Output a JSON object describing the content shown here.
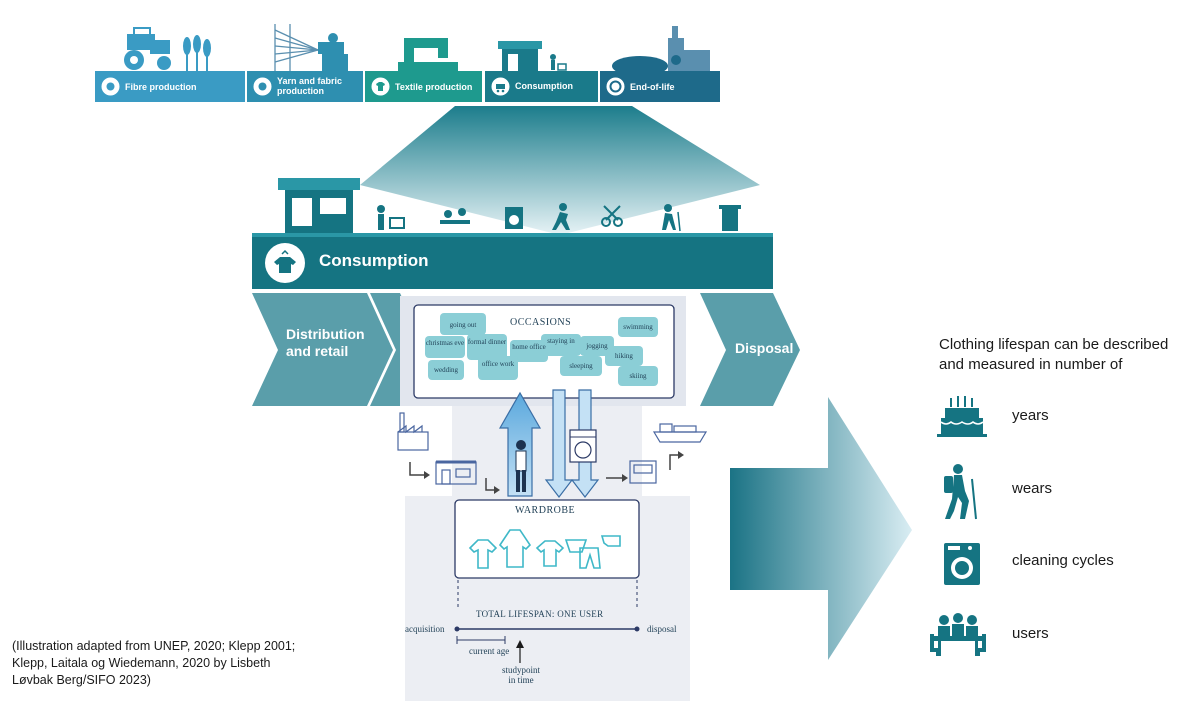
{
  "value_chain": [
    {
      "label": "Fibre production",
      "color": "#3a9bc4"
    },
    {
      "label": "Yarn and fabric production",
      "color": "#2e8fb0"
    },
    {
      "label": "Textile production",
      "color": "#1e9a8e"
    },
    {
      "label": "Consumption",
      "color": "#1a7a8a"
    },
    {
      "label": "End-of-life",
      "color": "#1e6a8a"
    }
  ],
  "consumption_bar": {
    "title": "Consumption"
  },
  "flow": {
    "left": "Distribution and retail",
    "right": "Disposal"
  },
  "occasions": {
    "title": "OCCASIONS",
    "tags": [
      "going out",
      "christmas eve",
      "formal dinner",
      "home office",
      "staying in",
      "jogging",
      "swimming",
      "wedding",
      "office work",
      "sleeping",
      "hiking",
      "skiing"
    ]
  },
  "wardrobe": {
    "title": "WARDROBE"
  },
  "timeline": {
    "title": "TOTAL LIFESPAN: ONE USER",
    "start": "acquisition",
    "end": "disposal",
    "current": "current age",
    "study": "studypoint in time"
  },
  "lifespan": {
    "heading": "Clothing lifespan can be described and measured in number of",
    "measures": [
      {
        "icon": "birthday-cake-icon",
        "label": "years"
      },
      {
        "icon": "hiker-icon",
        "label": "wears"
      },
      {
        "icon": "washing-machine-icon",
        "label": "cleaning cycles"
      },
      {
        "icon": "people-at-table-icon",
        "label": "users"
      }
    ]
  },
  "credit": "(Illustration adapted from UNEP, 2020; Klepp 2001; Klepp, Laitala og Wiedemann, 2020 by Lisbeth Løvbak Berg/SIFO 2023)",
  "colors": {
    "teal_dark": "#157482",
    "teal_mid": "#5a9eaa",
    "teal_light": "#b5dde4",
    "panel": "#eceef3"
  }
}
